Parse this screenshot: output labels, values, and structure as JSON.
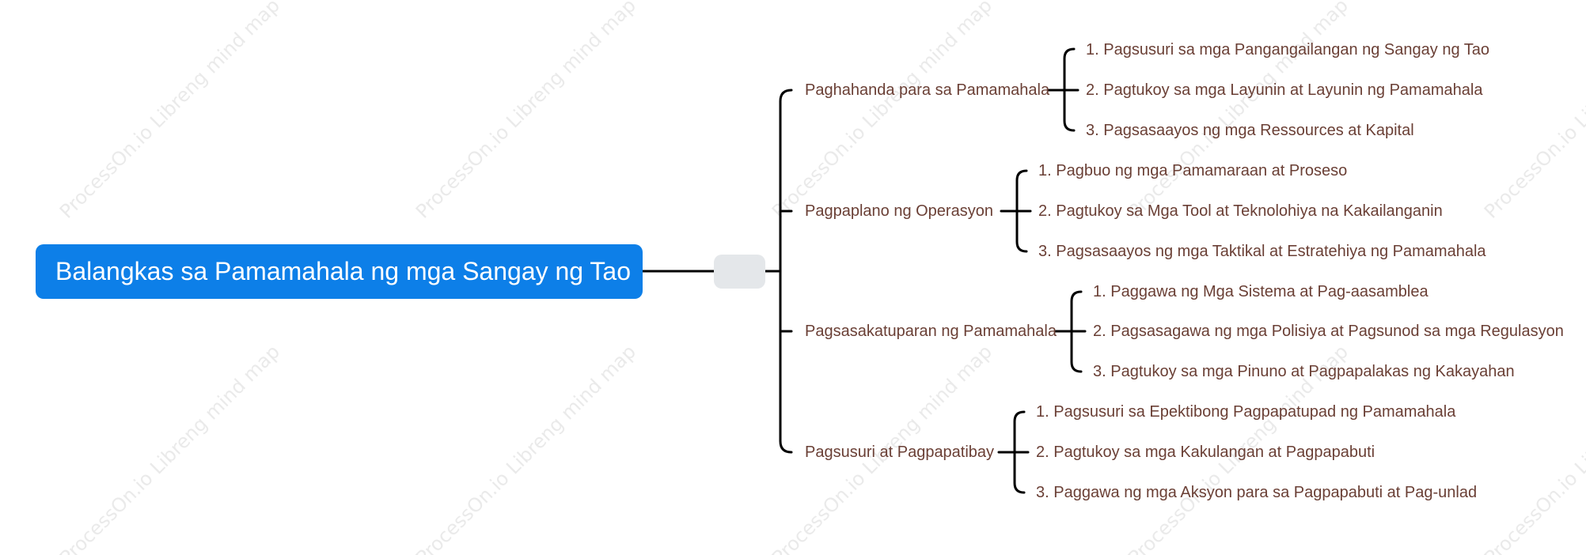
{
  "watermark_text": "ProcessOn.io Libreng mind map",
  "colors": {
    "root_background": "#0d7fe8",
    "root_text": "#ffffff",
    "hub_background": "#e4e7ea",
    "label_text": "#6a3f35",
    "connector": "#000000"
  },
  "mindmap": {
    "root": "Balangkas sa Pamamahala ng mga Sangay ng Tao",
    "branches": [
      {
        "label": "Paghahanda para sa Pamamahala",
        "children": [
          "1. Pagsusuri sa mga Pangangailangan ng Sangay ng Tao",
          "2. Pagtukoy sa mga Layunin at Layunin ng Pamamahala",
          "3. Pagsasaayos ng mga Ressources at Kapital"
        ]
      },
      {
        "label": "Pagpaplano ng Operasyon",
        "children": [
          "1. Pagbuo ng mga Pamamaraan at Proseso",
          "2. Pagtukoy sa Mga Tool at Teknolohiya na Kakailanganin",
          "3. Pagsasaayos ng mga Taktikal at Estratehiya ng Pamamahala"
        ]
      },
      {
        "label": "Pagsasakatuparan ng Pamamahala",
        "children": [
          "1. Paggawa ng Mga Sistema at Pag-aasamblea",
          "2. Pagsasagawa ng mga Polisiya at Pagsunod sa mga Regulasyon",
          "3. Pagtukoy sa mga Pinuno at Pagpapalakas ng Kakayahan"
        ]
      },
      {
        "label": "Pagsusuri at Pagpapatibay",
        "children": [
          "1. Pagsusuri sa Epektibong Pagpapatupad ng Pamamahala",
          "2. Pagtukoy sa mga Kakulangan at Pagpapabuti",
          "3. Paggawa ng mga Aksyon para sa Pagpapabuti at Pag-unlad"
        ]
      }
    ]
  }
}
